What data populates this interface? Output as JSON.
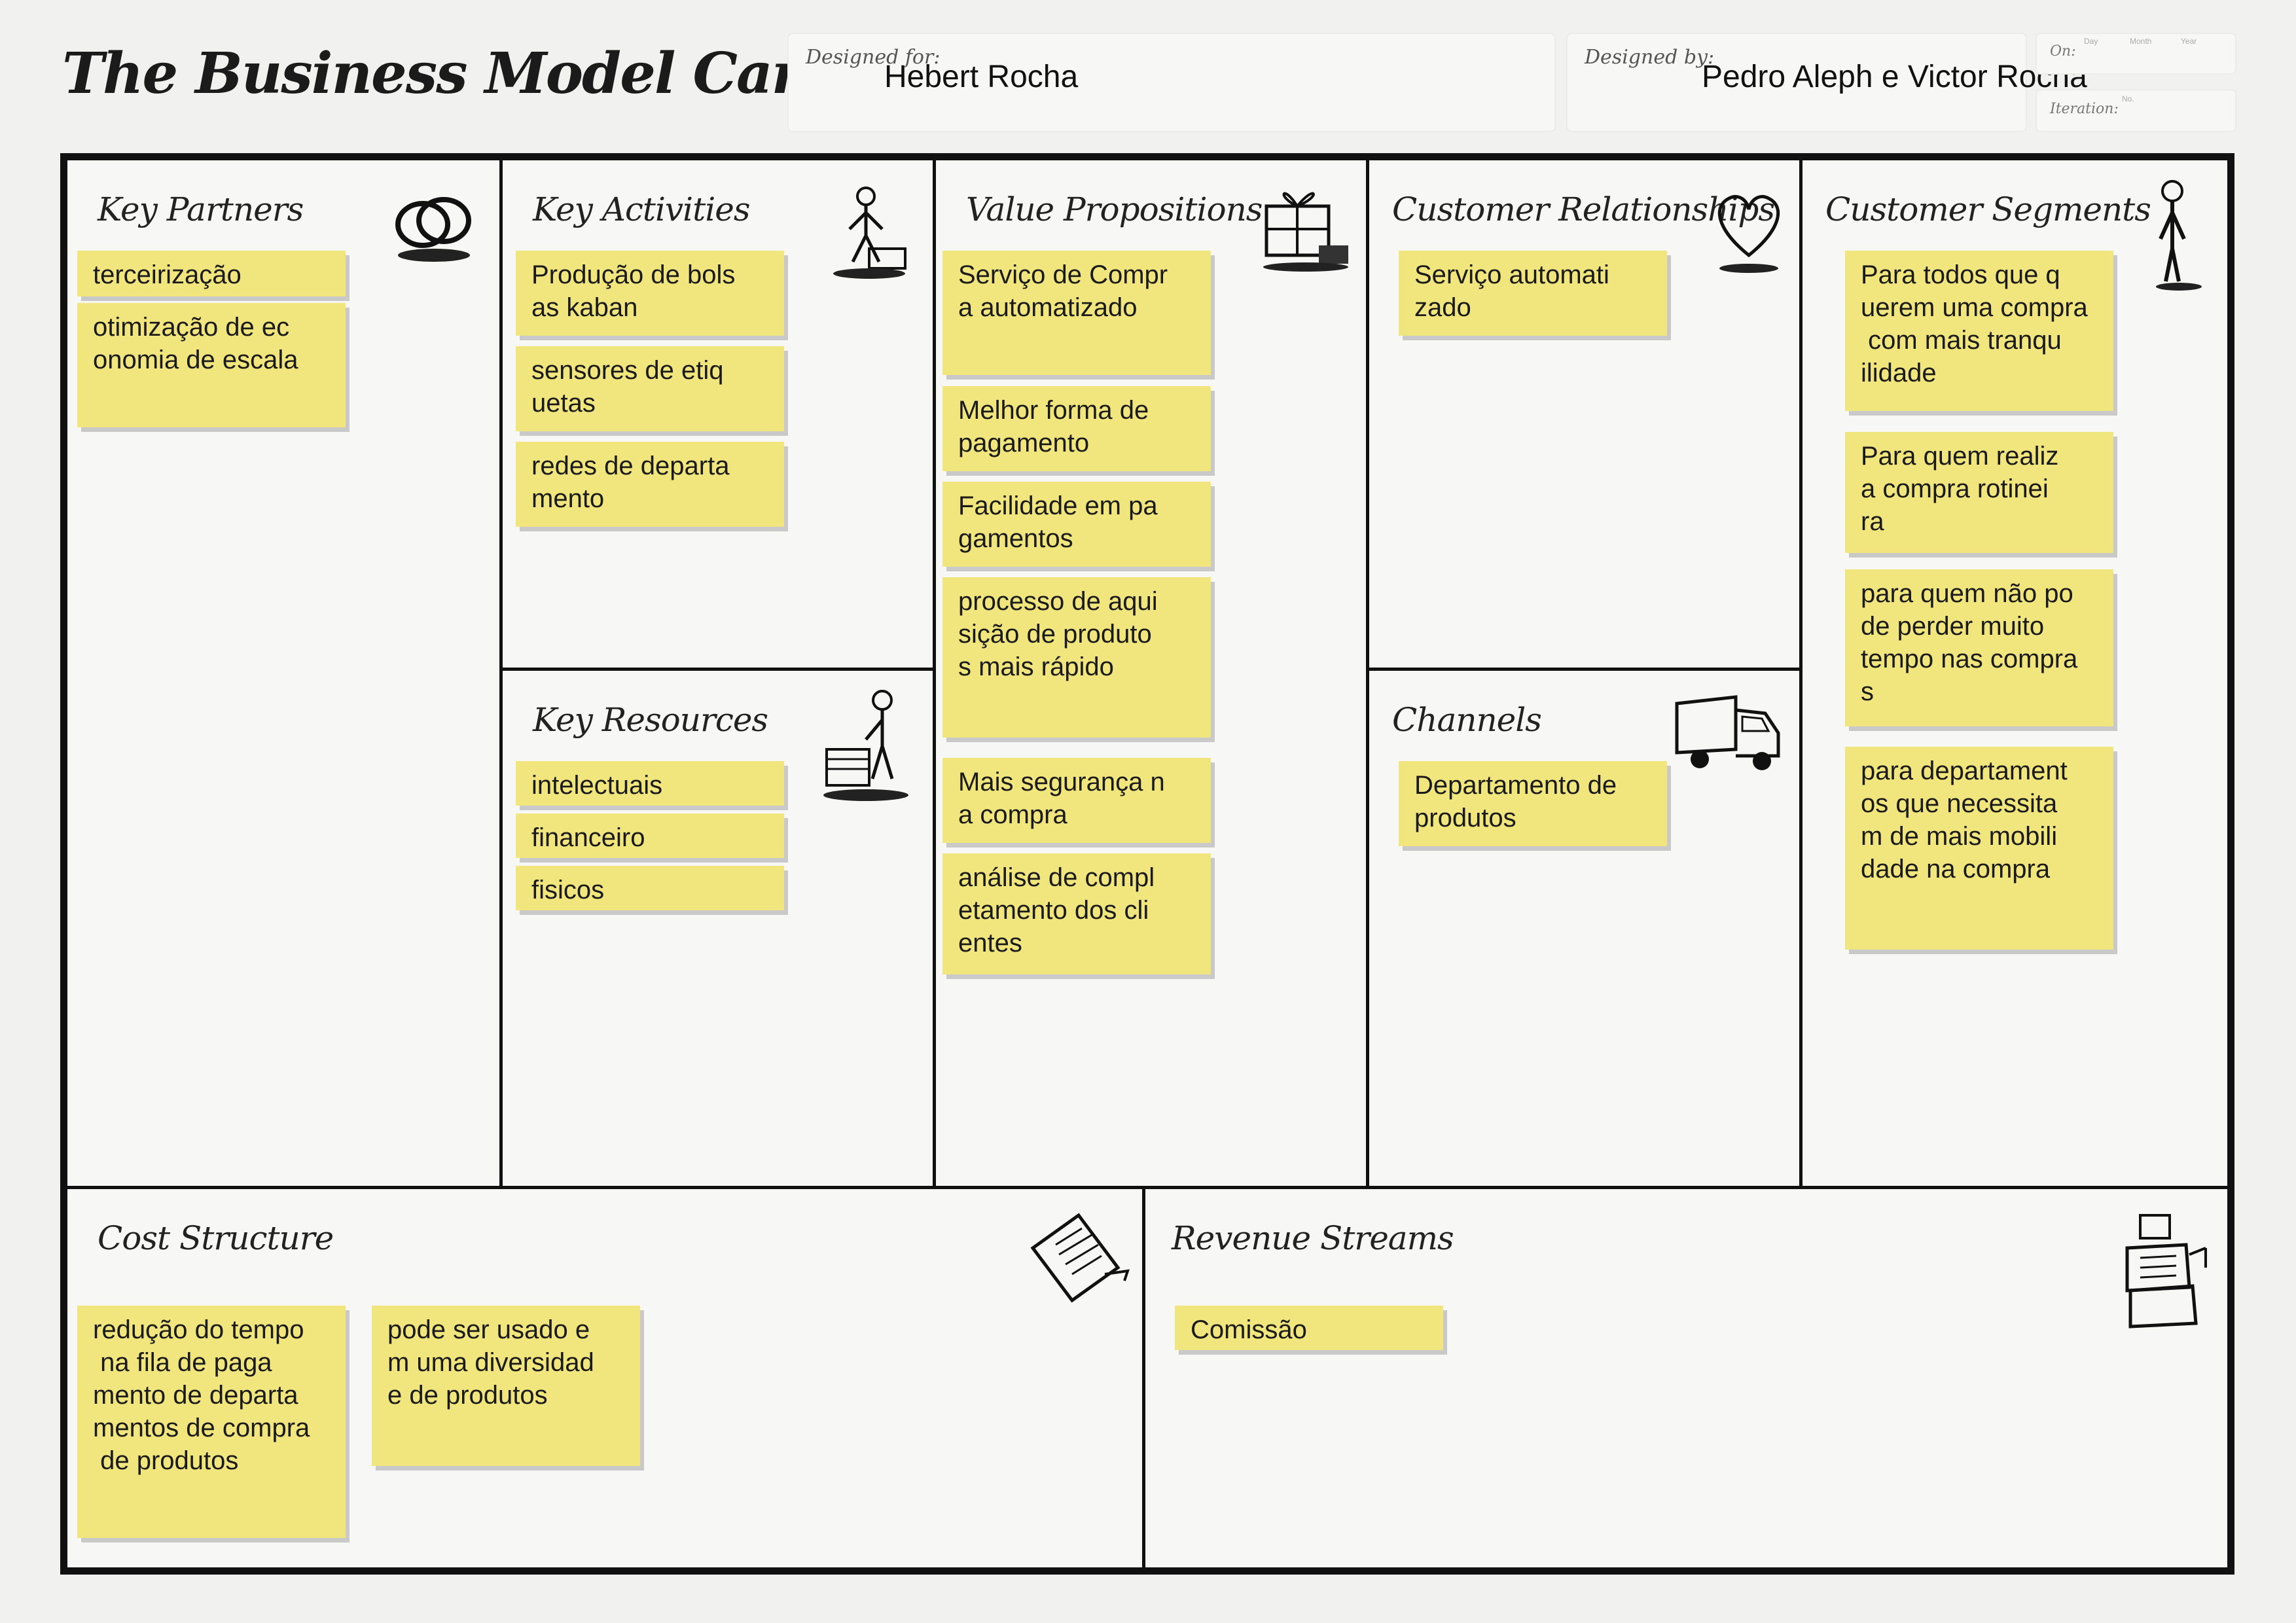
{
  "header": {
    "title": "The Business Model Canvas",
    "designed_for_label": "Designed for:",
    "designed_for_value": "Hebert Rocha",
    "designed_by_label": "Designed by:",
    "designed_by_value": "Pedro Aleph e Victor Rocha",
    "on_label": "On:",
    "iteration_label": "Iteration:",
    "date_day": "Day",
    "date_month": "Month",
    "date_year": "Year",
    "iteration_no": "No."
  },
  "blocks": {
    "key_partners": {
      "title": "Key Partners",
      "notes": [
        "terceirização",
        "otimização de ec\nonomia de escala"
      ]
    },
    "key_activities": {
      "title": "Key Activities",
      "notes": [
        "Produção de bols\nas kaban",
        "sensores de etiq\nuetas",
        "redes de departa\nmento"
      ]
    },
    "key_resources": {
      "title": "Key Resources",
      "notes": [
        "intelectuais",
        "financeiro",
        "fisicos"
      ]
    },
    "value_propositions": {
      "title": "Value Propositions",
      "notes": [
        "Serviço de Compr\na automatizado",
        "Melhor forma de\npagamento",
        "Facilidade em pa\ngamentos",
        "processo de aqui\nsição de produto\ns mais rápido",
        "Mais segurança n\na compra",
        "análise de compl\netamento dos cli\nentes"
      ]
    },
    "customer_relationships": {
      "title": "Customer Relationships",
      "notes": [
        "Serviço automati\nzado"
      ]
    },
    "channels": {
      "title": "Channels",
      "notes": [
        "Departamento de\nprodutos"
      ]
    },
    "customer_segments": {
      "title": "Customer Segments",
      "notes": [
        "Para todos que q\nuerem uma compra\n com mais tranqu\nilidade",
        "Para quem realiz\na compra rotinei\nra",
        "para quem não po\nde perder muito\ntempo nas compra\ns",
        "para departament\nos que necessita\nm de mais mobili\ndade na compra"
      ]
    },
    "cost_structure": {
      "title": "Cost Structure",
      "notes": [
        "redução do tempo\n na fila de paga\nmento de departa\nmentos de compra\n de produtos",
        "pode ser usado e\nm uma diversidad\ne de produtos"
      ]
    },
    "revenue_streams": {
      "title": "Revenue Streams",
      "notes": [
        "Comissão"
      ]
    }
  },
  "icons": [
    "rings-icon",
    "person-with-tool-icon",
    "gift-box-icon",
    "heart-icon",
    "person-standing-icon",
    "person-with-cart-icon",
    "truck-icon",
    "receipt-icon",
    "cash-register-icon"
  ],
  "colors": {
    "note": "#f1e67e",
    "border": "#111111",
    "background": "#f1f2ef"
  }
}
